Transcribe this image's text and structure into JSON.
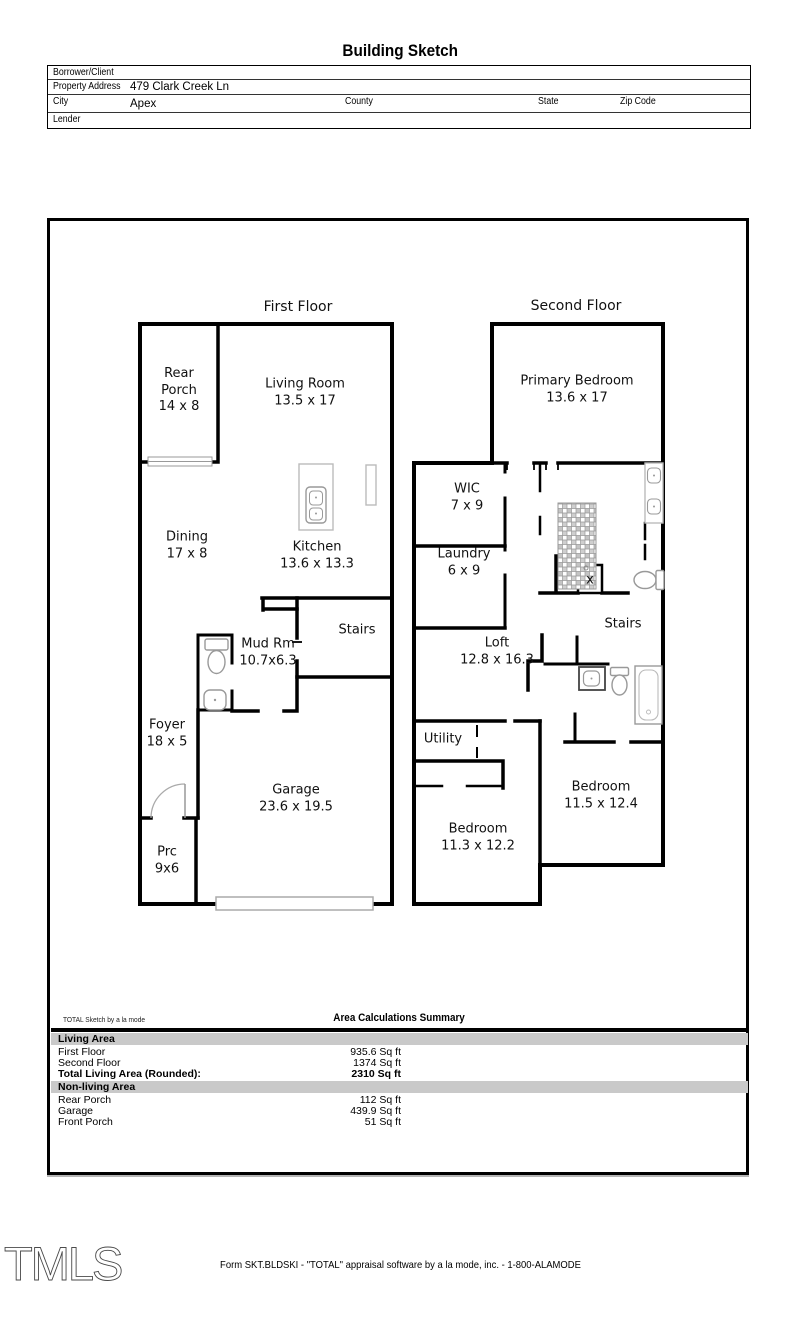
{
  "page": {
    "title": "Building Sketch"
  },
  "form": {
    "borrower_client_label": "Borrower/Client",
    "property_address_label": "Property Address",
    "property_address_value": "479 Clark Creek Ln",
    "city_label": "City",
    "city_value": "Apex",
    "county_label": "County",
    "state_label": "State",
    "zip_code_label": "Zip Code",
    "lender_label": "Lender"
  },
  "sketch": {
    "first_floor": {
      "title": "First Floor",
      "rooms": [
        {
          "name": "Rear Porch",
          "dims": "14 x 8"
        },
        {
          "name": "Living Room",
          "dims": "13.5 x 17"
        },
        {
          "name": "Dining",
          "dims": "17 x 8"
        },
        {
          "name": "Kitchen",
          "dims": "13.6 x 13.3"
        },
        {
          "name": "Stairs",
          "dims": ""
        },
        {
          "name": "Mud Rm",
          "dims": "10.7x6.3"
        },
        {
          "name": "Foyer",
          "dims": "18 x 5"
        },
        {
          "name": "Garage",
          "dims": "23.6 x 19.5"
        },
        {
          "name": "Prc",
          "dims": "9x6"
        }
      ]
    },
    "second_floor": {
      "title": "Second Floor",
      "x_marker": "x",
      "rooms": [
        {
          "name": "Primary Bedroom",
          "dims": "13.6 x 17"
        },
        {
          "name": "WIC",
          "dims": "7 x 9"
        },
        {
          "name": "Laundry",
          "dims": "6 x 9"
        },
        {
          "name": "Loft",
          "dims": "12.8 x 16.3"
        },
        {
          "name": "Stairs",
          "dims": ""
        },
        {
          "name": "Utility",
          "dims": ""
        },
        {
          "name": "Bedroom",
          "dims": "11.3 x 12.2"
        },
        {
          "name": "Bedroom",
          "dims": "11.5 x 12.4"
        }
      ]
    }
  },
  "summary": {
    "branding": "TOTAL Sketch by a la mode",
    "title": "Area Calculations Summary",
    "sections": [
      {
        "header": "Living Area",
        "rows": [
          {
            "label": "First Floor",
            "value": "935.6 Sq ft"
          },
          {
            "label": "Second Floor",
            "value": "1374 Sq ft"
          },
          {
            "label": "Total Living Area (Rounded):",
            "value": "2310 Sq ft"
          }
        ]
      },
      {
        "header": "Non-living Area",
        "rows": [
          {
            "label": "Rear Porch",
            "value": "112 Sq ft"
          },
          {
            "label": "Garage",
            "value": "439.9 Sq ft"
          },
          {
            "label": "Front Porch",
            "value": "51 Sq ft"
          }
        ]
      }
    ]
  },
  "footer": {
    "watermark": "TMLS",
    "form_text": "Form SKT.BLDSKI - \"TOTAL\" appraisal software by a la mode, inc. - 1-800-ALAMODE"
  }
}
